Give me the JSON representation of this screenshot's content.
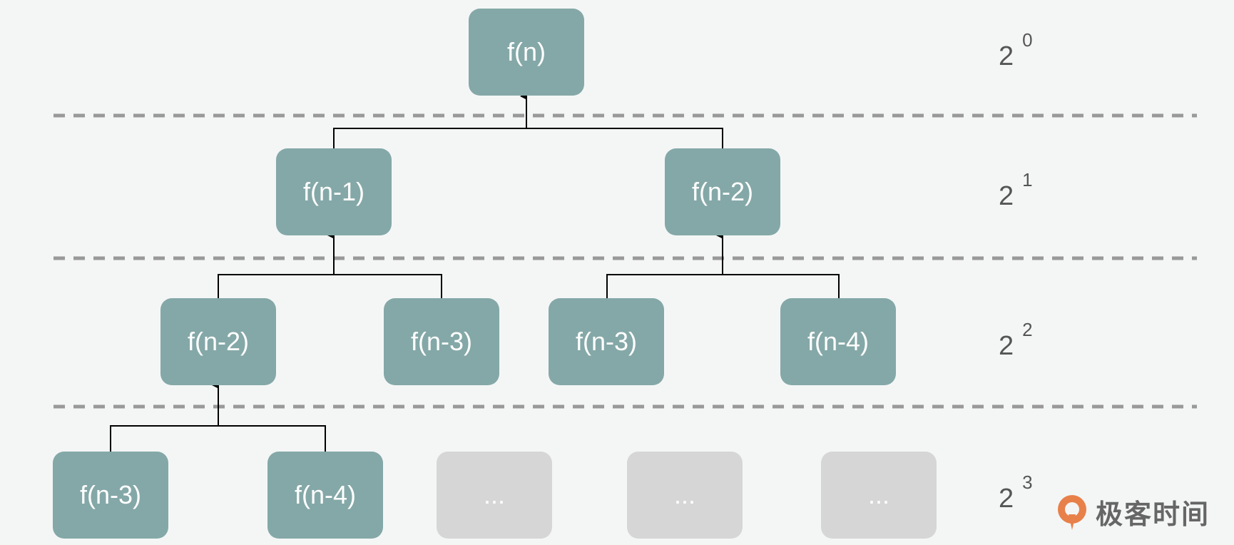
{
  "nodes": {
    "root": "f(n)",
    "l1_left": "f(n-1)",
    "l1_right": "f(n-2)",
    "l2_a": "f(n-2)",
    "l2_b": "f(n-3)",
    "l2_c": "f(n-3)",
    "l2_d": "f(n-4)",
    "l3_a": "f(n-3)",
    "l3_b": "f(n-4)",
    "l3_c": "...",
    "l3_d": "...",
    "l3_e": "..."
  },
  "levels": [
    {
      "base": "2",
      "exp": "0"
    },
    {
      "base": "2",
      "exp": "1"
    },
    {
      "base": "2",
      "exp": "2"
    },
    {
      "base": "2",
      "exp": "3"
    }
  ],
  "logo": {
    "text": "极客时间"
  },
  "colors": {
    "node_fill": "#84a8a7",
    "placeholder_fill": "#d6d6d6",
    "divider": "#999999",
    "logo_orange": "#e8804a"
  }
}
